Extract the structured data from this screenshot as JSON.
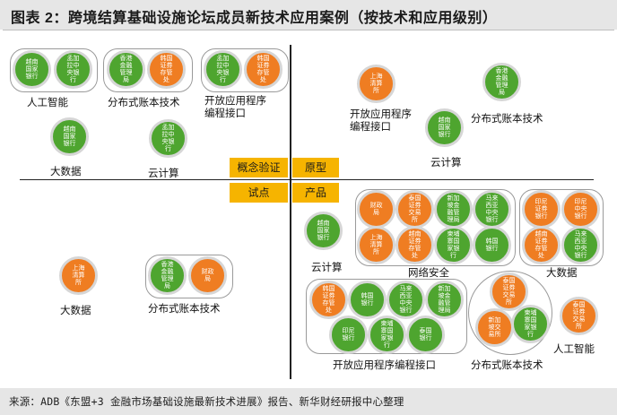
{
  "title": "图表 2：跨境结算基础设施论坛成员新技术应用案例（按技术和应用级别）",
  "source": "来源：ADB《东盟+3 金融市场基础设施最新技术进展》报告、新华财经研报中心整理",
  "center": {
    "top_left": "概念验证",
    "top_right": "原型",
    "bottom_left": "试点",
    "bottom_right": "产品"
  },
  "colors": {
    "green": "#4ea52f",
    "orange": "#ef7d22",
    "center": "#f6b400"
  },
  "quadrants": {
    "proof_of_concept": {
      "ai": {
        "label": "人工智能",
        "members": [
          "越南国家银行",
          "孟加拉中央银行"
        ]
      },
      "dlt": {
        "label": "分布式账本技术",
        "members": [
          "香港金融管理局",
          "韩国证券存管处"
        ]
      },
      "api": {
        "label": "开放应用程序编程接口",
        "members": [
          "孟加拉中央银行",
          "韩国证券存管处"
        ]
      },
      "bigdata": {
        "label": "大数据",
        "members": [
          "越南国家银行"
        ]
      },
      "cloud": {
        "label": "云计算",
        "members": [
          "孟加拉中央银行"
        ]
      }
    },
    "prototype": {
      "api": {
        "label": "开放应用程序编程接口",
        "members": [
          "上海清算所"
        ]
      },
      "dlt": {
        "label": "分布式账本技术",
        "members": [
          "香港金融管理局"
        ]
      },
      "cloud": {
        "label": "云计算",
        "members": [
          "越南国家银行"
        ]
      }
    },
    "pilot": {
      "bigdata": {
        "label": "大数据",
        "members": [
          "上海清算所"
        ]
      },
      "dlt": {
        "label": "分布式账本技术",
        "members": [
          "香港金融管理局",
          "财政局"
        ]
      }
    },
    "product": {
      "cloud": {
        "label": "云计算",
        "members": [
          "越南国家银行"
        ]
      },
      "security": {
        "label": "网络安全",
        "members": [
          "财政局",
          "泰国证券交易所",
          "新加坡金融管理局",
          "马来西亚中央银行",
          "上海清算所",
          "越南证券存管处",
          "柬埔寨国家银行",
          "韩国银行"
        ]
      },
      "bigdata": {
        "label": "大数据",
        "members": [
          "印尼证券银行",
          "印尼中央银行",
          "越南证券存管处",
          "马来西亚中央银行"
        ]
      },
      "api": {
        "label": "开放应用程序编程接口",
        "members": [
          "韩国证券存管处",
          "韩国银行",
          "马来西亚中央银行",
          "新加坡金融管理局",
          "印尼银行",
          "柬埔寨国家银行",
          "泰国银行"
        ]
      },
      "dlt": {
        "label": "分布式账本技术",
        "members": [
          "泰国证券交易所",
          "新加坡交易所",
          "柬埔寨国家银行"
        ]
      },
      "ai": {
        "label": "人工智能",
        "members": [
          "泰国证券交易所"
        ]
      }
    }
  }
}
